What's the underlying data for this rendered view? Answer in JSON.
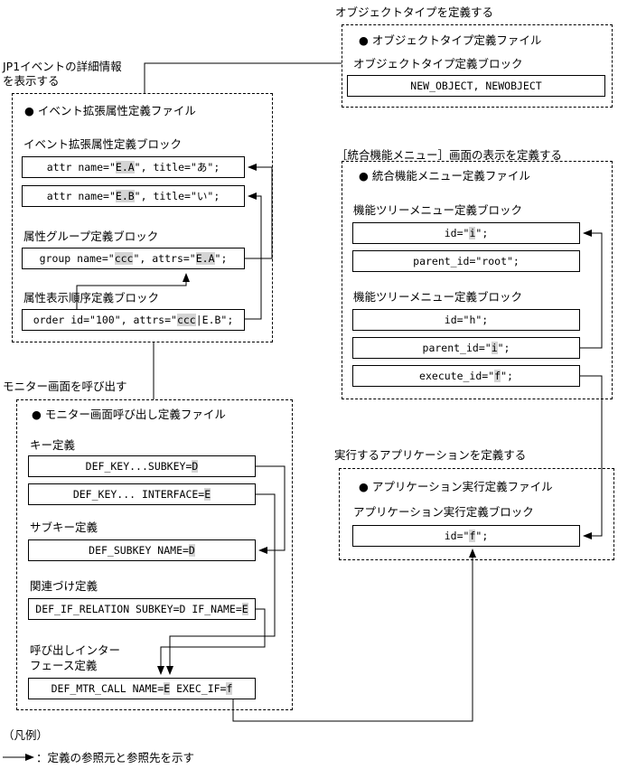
{
  "label_object_type": "オブジェクトタイプを定義する",
  "label_jp1_event_1": "JP1イベントの詳細情報",
  "label_jp1_event_2": "を表示する",
  "label_integrated_menu": "［統合機能メニュー］画面の表示を定義する",
  "label_monitor_call": "モニター画面を呼び出す",
  "label_exec_app": "実行するアプリケーションを定義する",
  "object_type": {
    "title": "● オブジェクトタイプ定義ファイル",
    "block_label": "オブジェクトタイプ定義ブロック",
    "value": "NEW_OBJECT, NEWOBJECT"
  },
  "event_attr": {
    "title": "● イベント拡張属性定義ファイル",
    "block1_label": "イベント拡張属性定義ブロック",
    "row1": {
      "pre": "attr name=\"",
      "hl": "E.A",
      "post": "\", title=\"あ\";"
    },
    "row2": {
      "pre": "attr name=\"",
      "hl": "E.B",
      "post": "\", title=\"い\";"
    },
    "block2_label": "属性グループ定義ブロック",
    "row3": {
      "pre": "group name=\"",
      "hl": "ccc",
      "mid": "\", attrs=\"",
      "hl2": "E.A",
      "post": "\";"
    },
    "block3_label": "属性表示順序定義ブロック",
    "row4": {
      "pre": "order id=\"100\", attrs=\"",
      "hl": "ccc",
      "post": "|E.B\";"
    }
  },
  "integrated_menu": {
    "title": "● 統合機能メニュー定義ファイル",
    "block1_label": "機能ツリーメニュー定義ブロック",
    "row1": {
      "pre": "id=\"",
      "hl": "i",
      "post": "\";"
    },
    "row2": "parent_id=\"root\";",
    "block2_label": "機能ツリーメニュー定義ブロック",
    "row3": "id=\"h\";",
    "row4": {
      "pre": "parent_id=\"",
      "hl": "i",
      "post": "\";"
    },
    "row5": {
      "pre": "execute_id=\"",
      "hl": "f",
      "post": "\";"
    }
  },
  "monitor_call": {
    "title": "● モニター画面呼び出し定義ファイル",
    "key_label": "キー定義",
    "row1": {
      "pre": "DEF_KEY...SUBKEY=",
      "hl": "D"
    },
    "row2": {
      "pre": "DEF_KEY... INTERFACE=",
      "hl": "E"
    },
    "subkey_label": "サブキー定義",
    "row3": {
      "pre": "DEF_SUBKEY NAME=",
      "hl": "D"
    },
    "relation_label": "関連づけ定義",
    "row4": {
      "pre": "DEF_IF_RELATION SUBKEY=D IF_NAME=",
      "hl": "E"
    },
    "call_if_label_1": "呼び出しインター",
    "call_if_label_2": "フェース定義",
    "row5": {
      "pre": "DEF_MTR_CALL NAME=",
      "hl": "E",
      "mid": " EXEC_IF=",
      "hl2": "f"
    }
  },
  "app_exec": {
    "title": "● アプリケーション実行定義ファイル",
    "block_label": "アプリケーション実行定義ブロック",
    "row1": {
      "pre": "id=\"",
      "hl": "f",
      "post": "\";"
    }
  },
  "legend": {
    "title": "（凡例）",
    "arrow_desc": "：定義の参照元と参照先を示す"
  }
}
